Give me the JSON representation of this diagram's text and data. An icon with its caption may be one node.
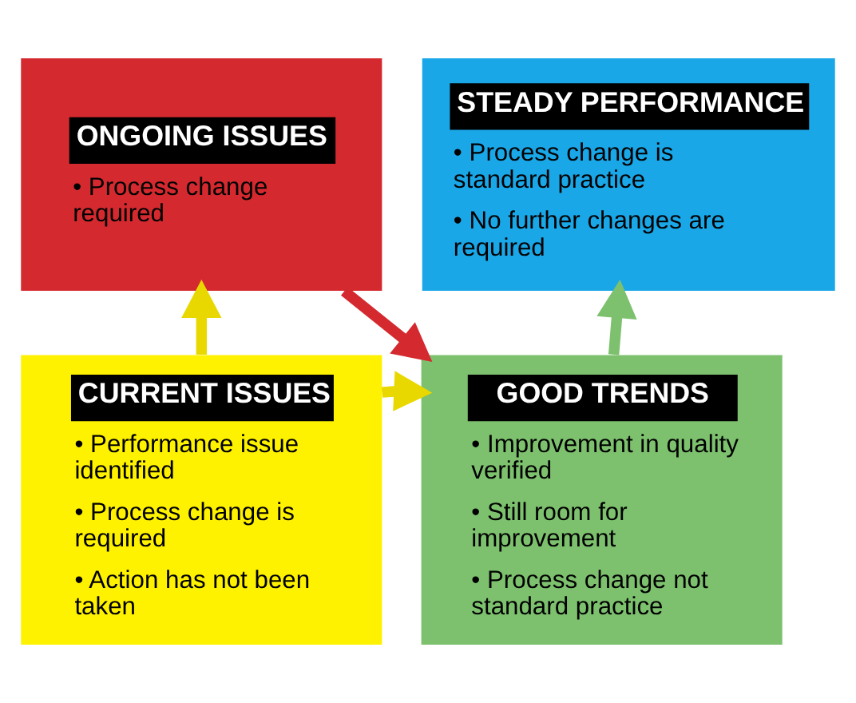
{
  "diagram": {
    "nodes": [
      {
        "text": [
          "ONGOING ISSUES",
          "• Process change required"
        ]
      },
      {
        "text": [
          "STEADY PERFORMANCE",
          "• Process change is standard practice",
          "• No further changes are required"
        ]
      },
      {
        "text": [
          "CURRENT ISSUES",
          "• Performance issue identified",
          "• Process change is required",
          "• Action has not been taken"
        ]
      },
      {
        "text": [
          "GOOD TRENDS",
          "• Improvement in quality verified",
          "• Still room for improvement",
          "• Process change not standard practice"
        ]
      }
    ],
    "edges": [
      {
        "from": 2,
        "to": 0,
        "arrow": "to"
      },
      {
        "from": 0,
        "to": 3,
        "arrow": "to",
        "color": "#d42a2f"
      },
      {
        "from": 3,
        "to": 1,
        "arrow": "to",
        "color": "#7dc16e"
      },
      {
        "from": 2,
        "to": 3,
        "arrow": "to"
      }
    ]
  }
}
